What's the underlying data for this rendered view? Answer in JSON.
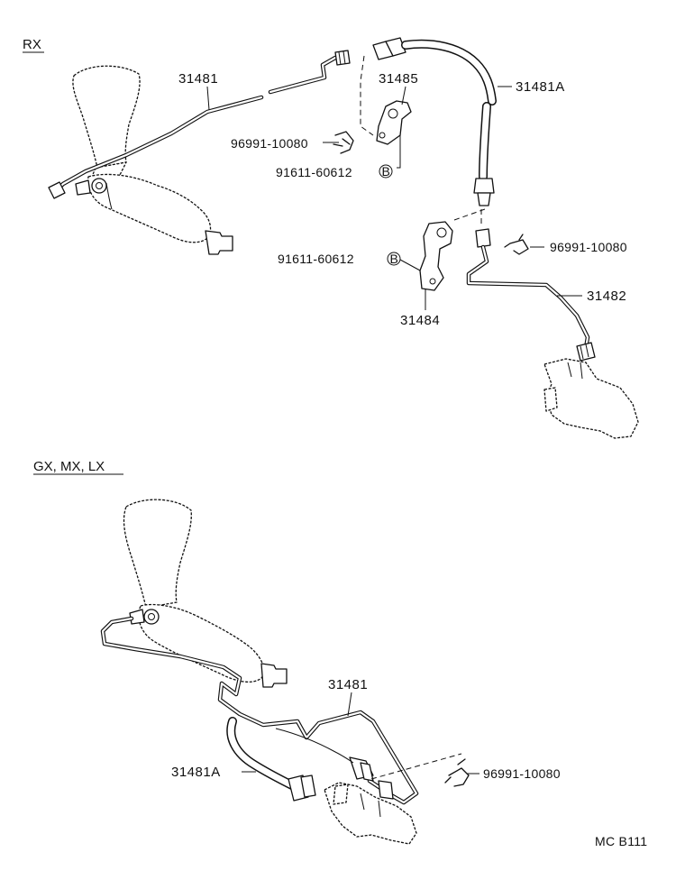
{
  "sections": {
    "rx": "RX",
    "gx": "GX, MX, LX"
  },
  "labels": {
    "p31481_top": "31481",
    "p31485": "31485",
    "p31481A_top": "31481A",
    "clip_top_left": "96991-10080",
    "bolt_top": "91611-60612",
    "bolt_mid": "91611-60612",
    "clip_mid": "96991-10080",
    "p31482": "31482",
    "p31484": "31484",
    "p31481_bottom": "31481",
    "p31481A_bottom": "31481A",
    "clip_bottom": "96991-10080",
    "code": "MC B111"
  },
  "markers": {
    "b1": "B",
    "b2": "B"
  }
}
